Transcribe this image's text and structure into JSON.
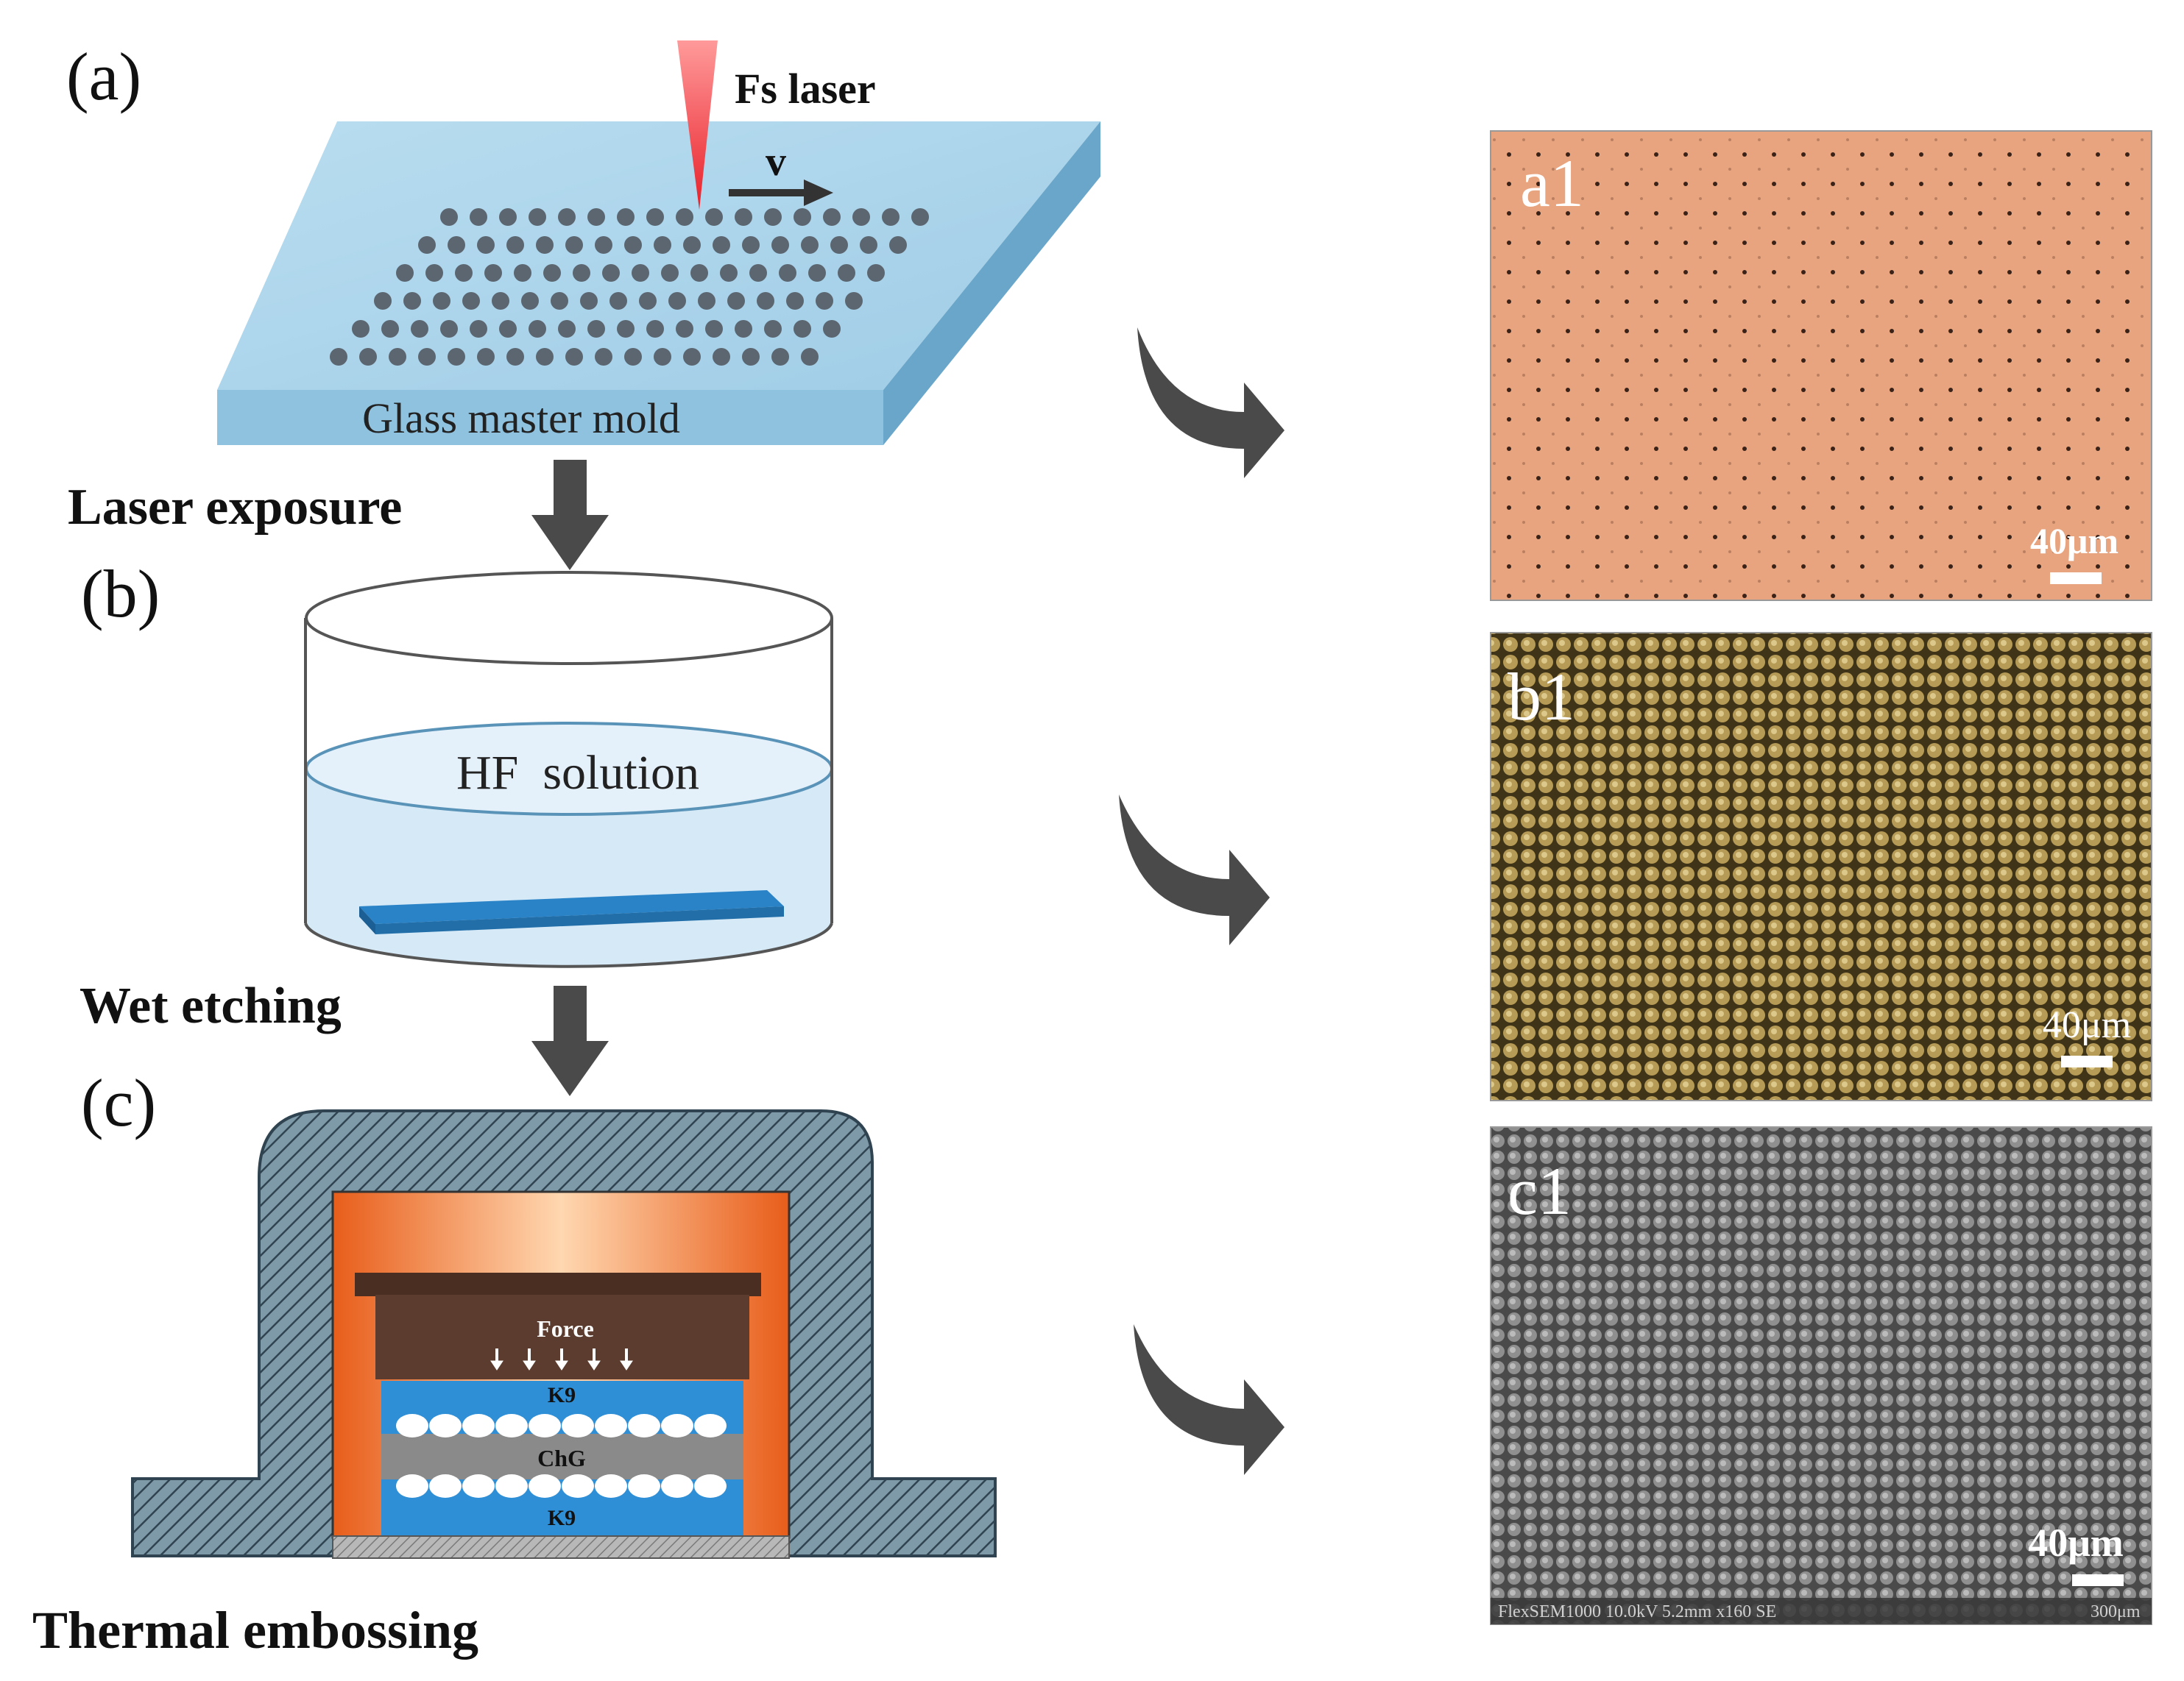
{
  "panels": {
    "a": {
      "letter": "(a)",
      "laser_label": "Fs laser",
      "velocity_label": "v",
      "mold_label": "Glass master mold",
      "step_label": "Laser exposure"
    },
    "b": {
      "letter": "(b)",
      "solution_label": "HF  solution",
      "step_label": "Wet etching"
    },
    "c": {
      "letter": "(c)",
      "force_label": "Force",
      "k9_top": "K9",
      "chg_label": "ChG",
      "k9_bottom": "K9",
      "step_label": "Thermal embossing"
    }
  },
  "micrographs": {
    "a1": {
      "label": "a1",
      "scale": "40μm"
    },
    "b1": {
      "label": "b1",
      "scale": "40μm"
    },
    "c1": {
      "label": "c1",
      "scale": "40μm",
      "sem_info": "FlexSEM1000 10.0kV 5.2mm x160 SE",
      "sem_scale": "300μm"
    }
  },
  "colors": {
    "glass": "#a9d3ea",
    "arrow": "#4a4a4a",
    "laser": "#e8202a",
    "solution": "#d6e9f6",
    "substrate": "#2a83c7",
    "heater": "#f07a35",
    "k9": "#2f8fd6",
    "chg": "#8a8a8a",
    "press": "#5a3a2c",
    "a1_bg": "#e8a47e",
    "b1_bg": "#6a5424",
    "c1_bg": "#6b6b6b"
  }
}
